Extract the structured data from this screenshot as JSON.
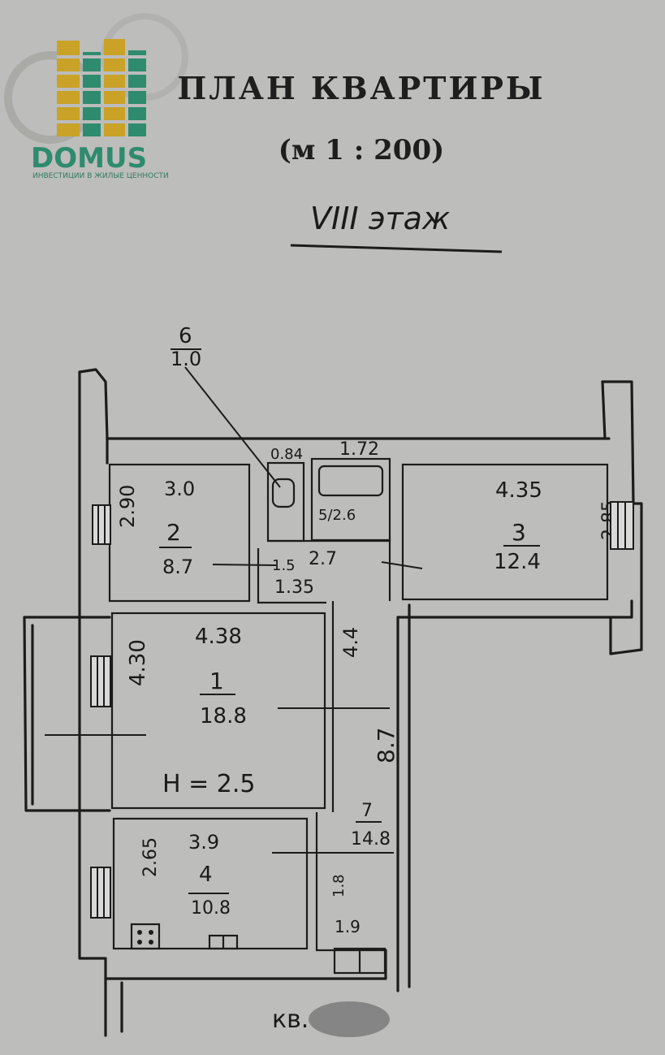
{
  "logo": {
    "brand": "DOMUS",
    "tagline": "ИНВЕСТИЦИИ В ЖИЛЫЕ ЦЕННОСТИ"
  },
  "header": {
    "title": "ПЛАН КВАРТИРЫ",
    "scale": "(м 1 : 200)",
    "floor": "VIII этаж"
  },
  "rooms": [
    {
      "number": "1",
      "area": "18.8",
      "width": "4.38",
      "depth": "4.30",
      "height_label": "H = 2.5"
    },
    {
      "number": "2",
      "area": "8.7",
      "width": "3.0",
      "depth": "2.90"
    },
    {
      "number": "3",
      "area": "12.4",
      "width": "4.35",
      "depth": "2.85"
    },
    {
      "number": "4",
      "area": "10.8",
      "width": "3.9",
      "depth": "2.65"
    },
    {
      "number": "5",
      "area": "2.6",
      "width": "1.72",
      "fraction": "5/2.6"
    },
    {
      "number": "6",
      "area": "1.0",
      "width": "0.84"
    },
    {
      "number": "7",
      "area": "14.8",
      "length": "8.7"
    }
  ],
  "corridor_dims": {
    "width_top": "2.7",
    "width_bottom": "1.35",
    "hall_length": "4.4",
    "small_dim_a": "1.5",
    "small_dim_b": "1.8",
    "small_dim_c": "1.9"
  },
  "footer": {
    "apartment_label": "кв."
  }
}
